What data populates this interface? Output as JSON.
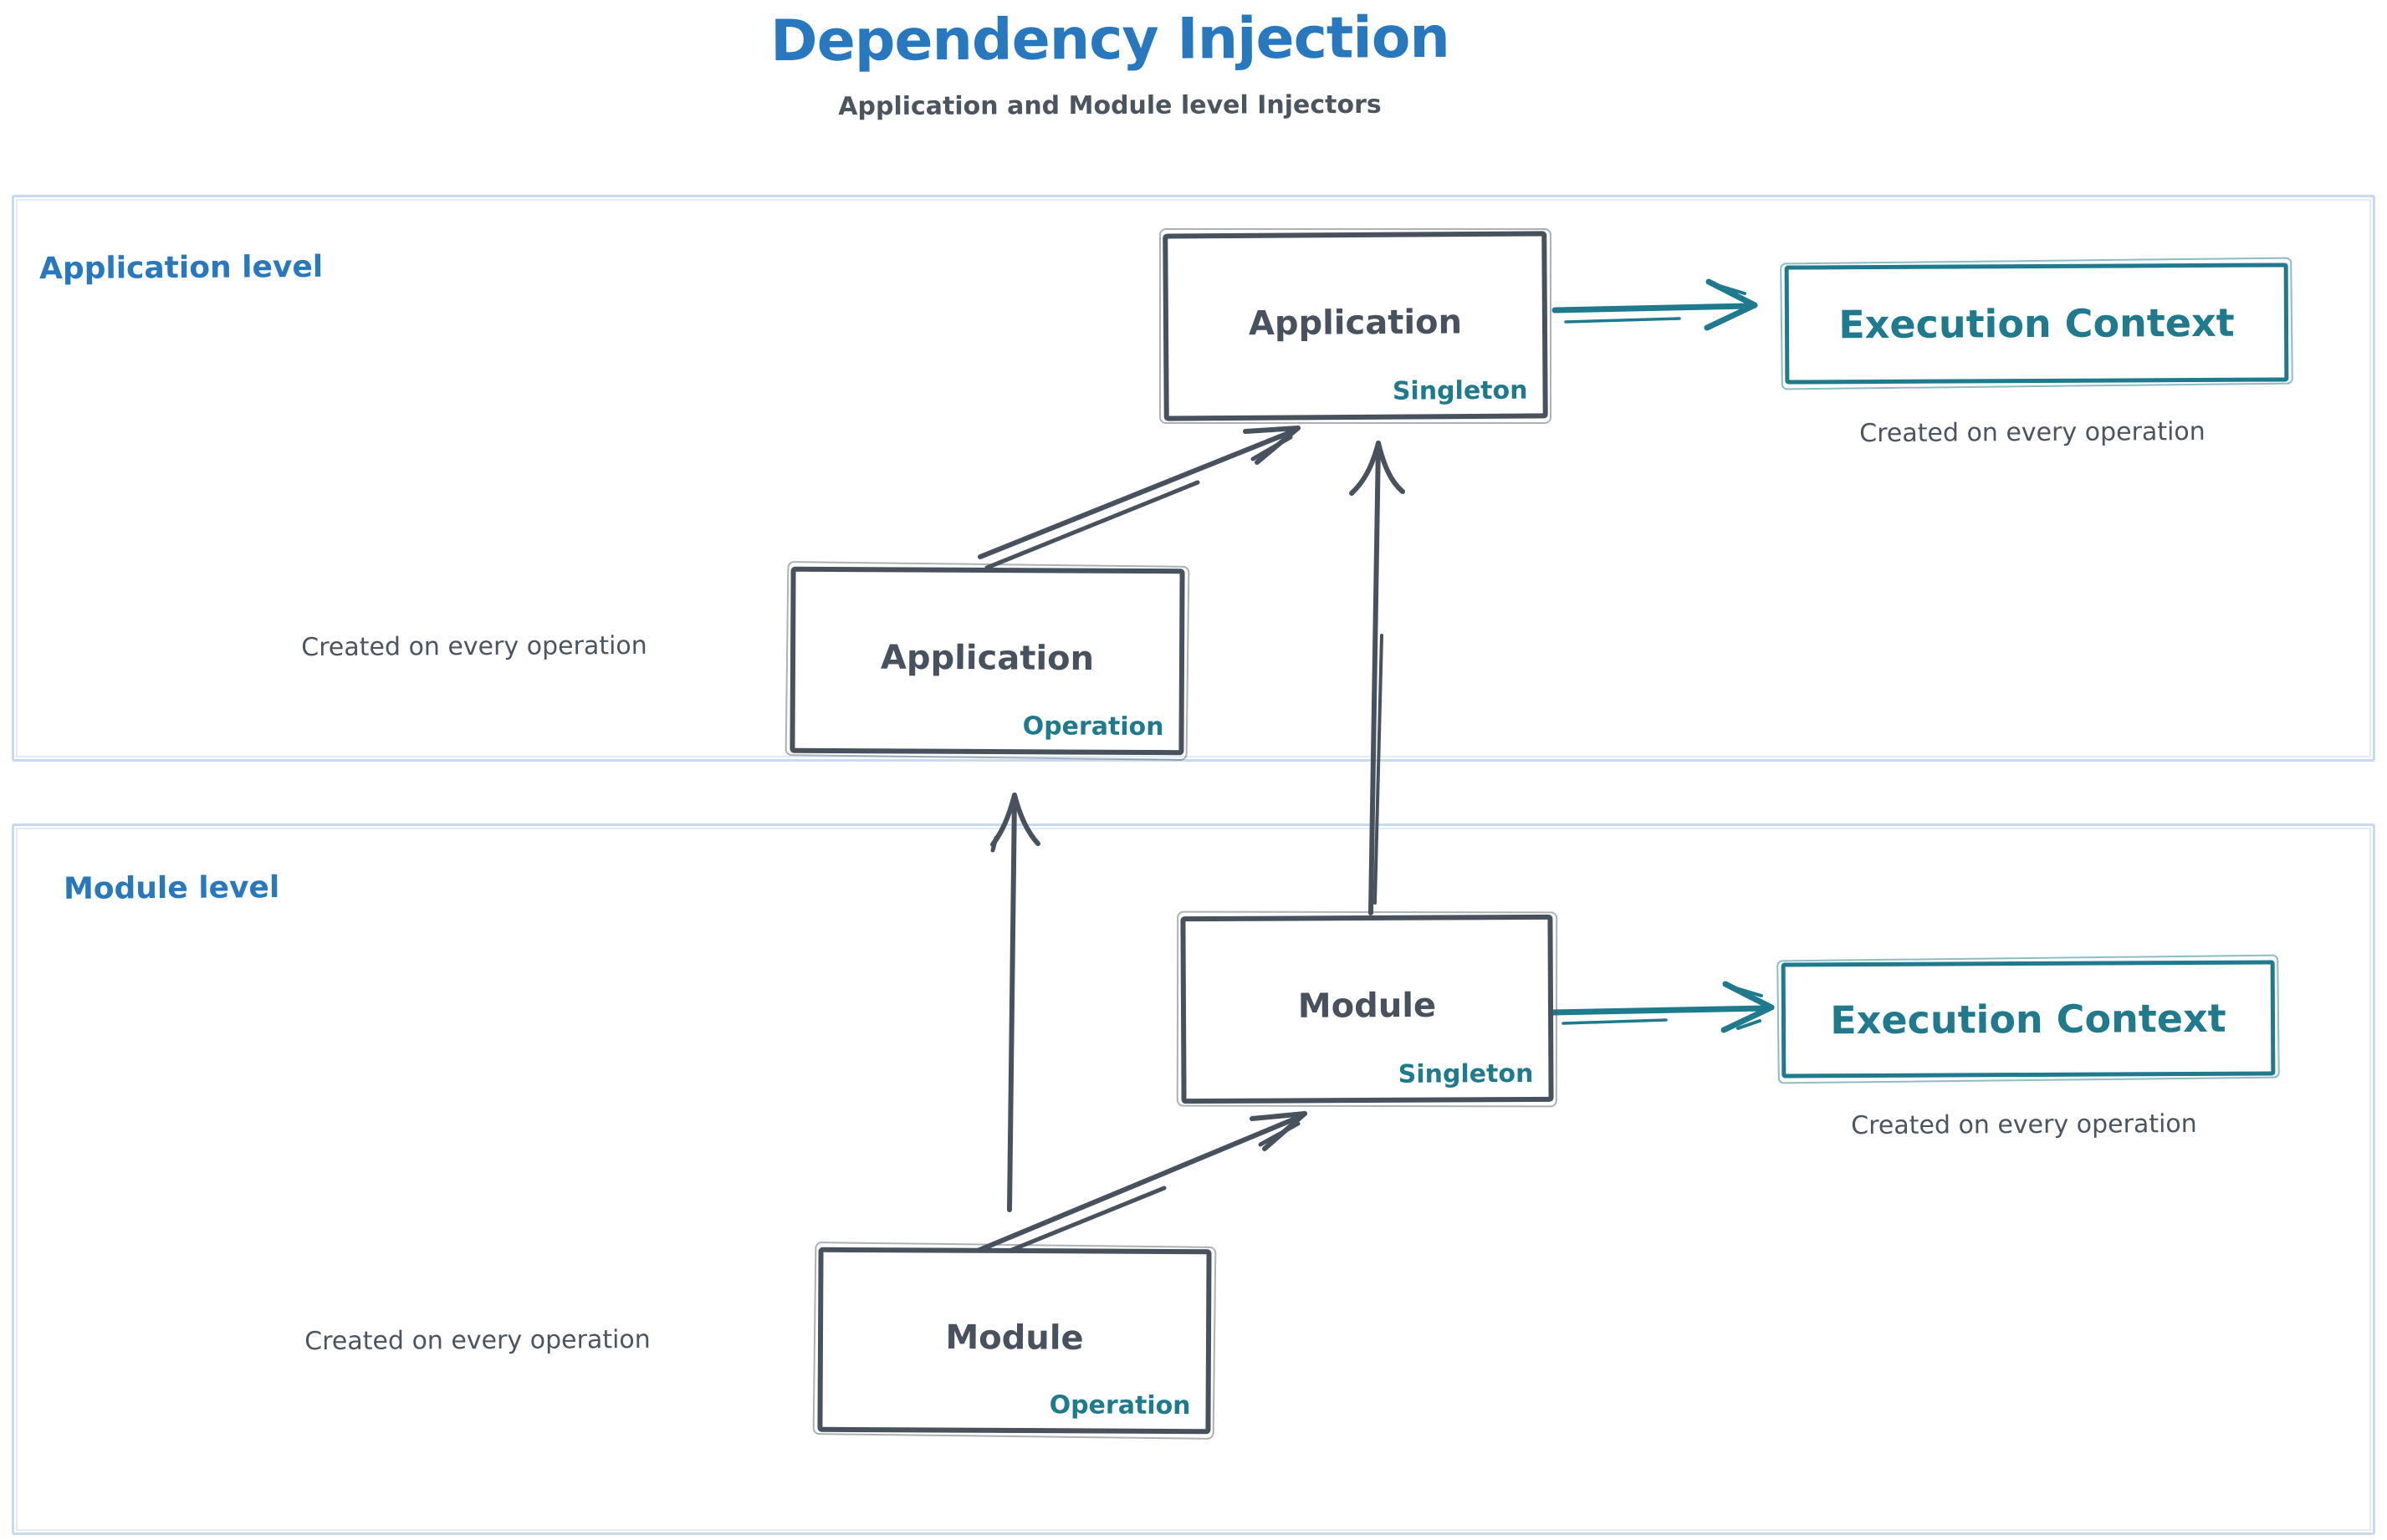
{
  "header": {
    "title": "Dependency Injection",
    "subtitle": "Application and Module level Injectors"
  },
  "sections": {
    "application": {
      "label": "Application level"
    },
    "module": {
      "label": "Module level"
    }
  },
  "nodes": {
    "app_singleton": {
      "title": "Application",
      "badge": "Singleton"
    },
    "app_operation": {
      "title": "Application",
      "badge": "Operation"
    },
    "module_singleton": {
      "title": "Module",
      "badge": "Singleton"
    },
    "module_operation": {
      "title": "Module",
      "badge": "Operation"
    },
    "app_execution": {
      "title": "Execution Context"
    },
    "module_execution": {
      "title": "Execution Context"
    }
  },
  "captions": {
    "app_operation": "Created on every operation",
    "app_execution": "Created on every operation",
    "module_operation": "Created on every operation",
    "module_execution": "Created on every operation"
  },
  "colors": {
    "accent_blue": "#2878BF",
    "teal": "#1E7A8C",
    "dark_slate": "#47525E",
    "container_border": "#C9DAEE",
    "caption_gray": "#4A5560"
  }
}
